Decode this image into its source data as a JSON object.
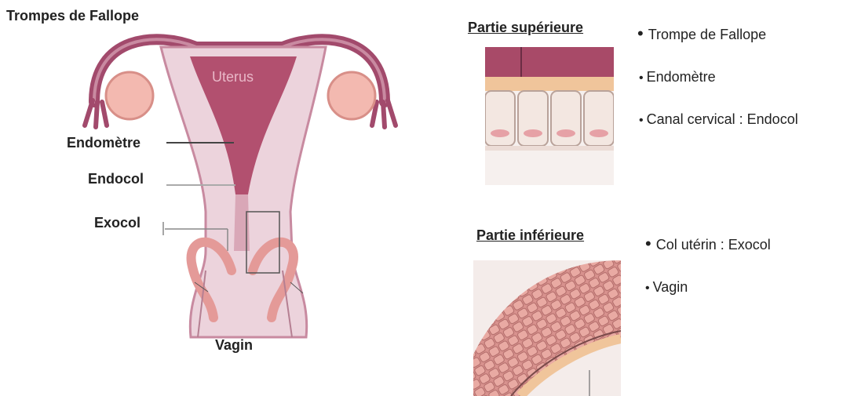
{
  "labels": {
    "fallopian_tubes": "Trompes de Fallope",
    "uterus": "Uterus",
    "endometrium": "Endomètre",
    "endocervix": "Endocol",
    "exocervix": "Exocol",
    "vagina": "Vagin"
  },
  "upper": {
    "heading": "Partie supérieure",
    "items": [
      "Trompe de Fallope",
      "Endomètre",
      "Canal cervical : Endocol"
    ]
  },
  "lower": {
    "heading": "Partie inférieure",
    "items": [
      "Col utérin : Exocol",
      "Vagin"
    ]
  },
  "colors": {
    "tube": "#a24a6c",
    "uterus_wall": "#e8cdd6",
    "cavity": "#b2506f",
    "ovary": "#f3b9b0",
    "tissue_top": "#a84a68",
    "tissue_band": "#f0c59b",
    "tissue_cells": "#f3e7e1"
  }
}
